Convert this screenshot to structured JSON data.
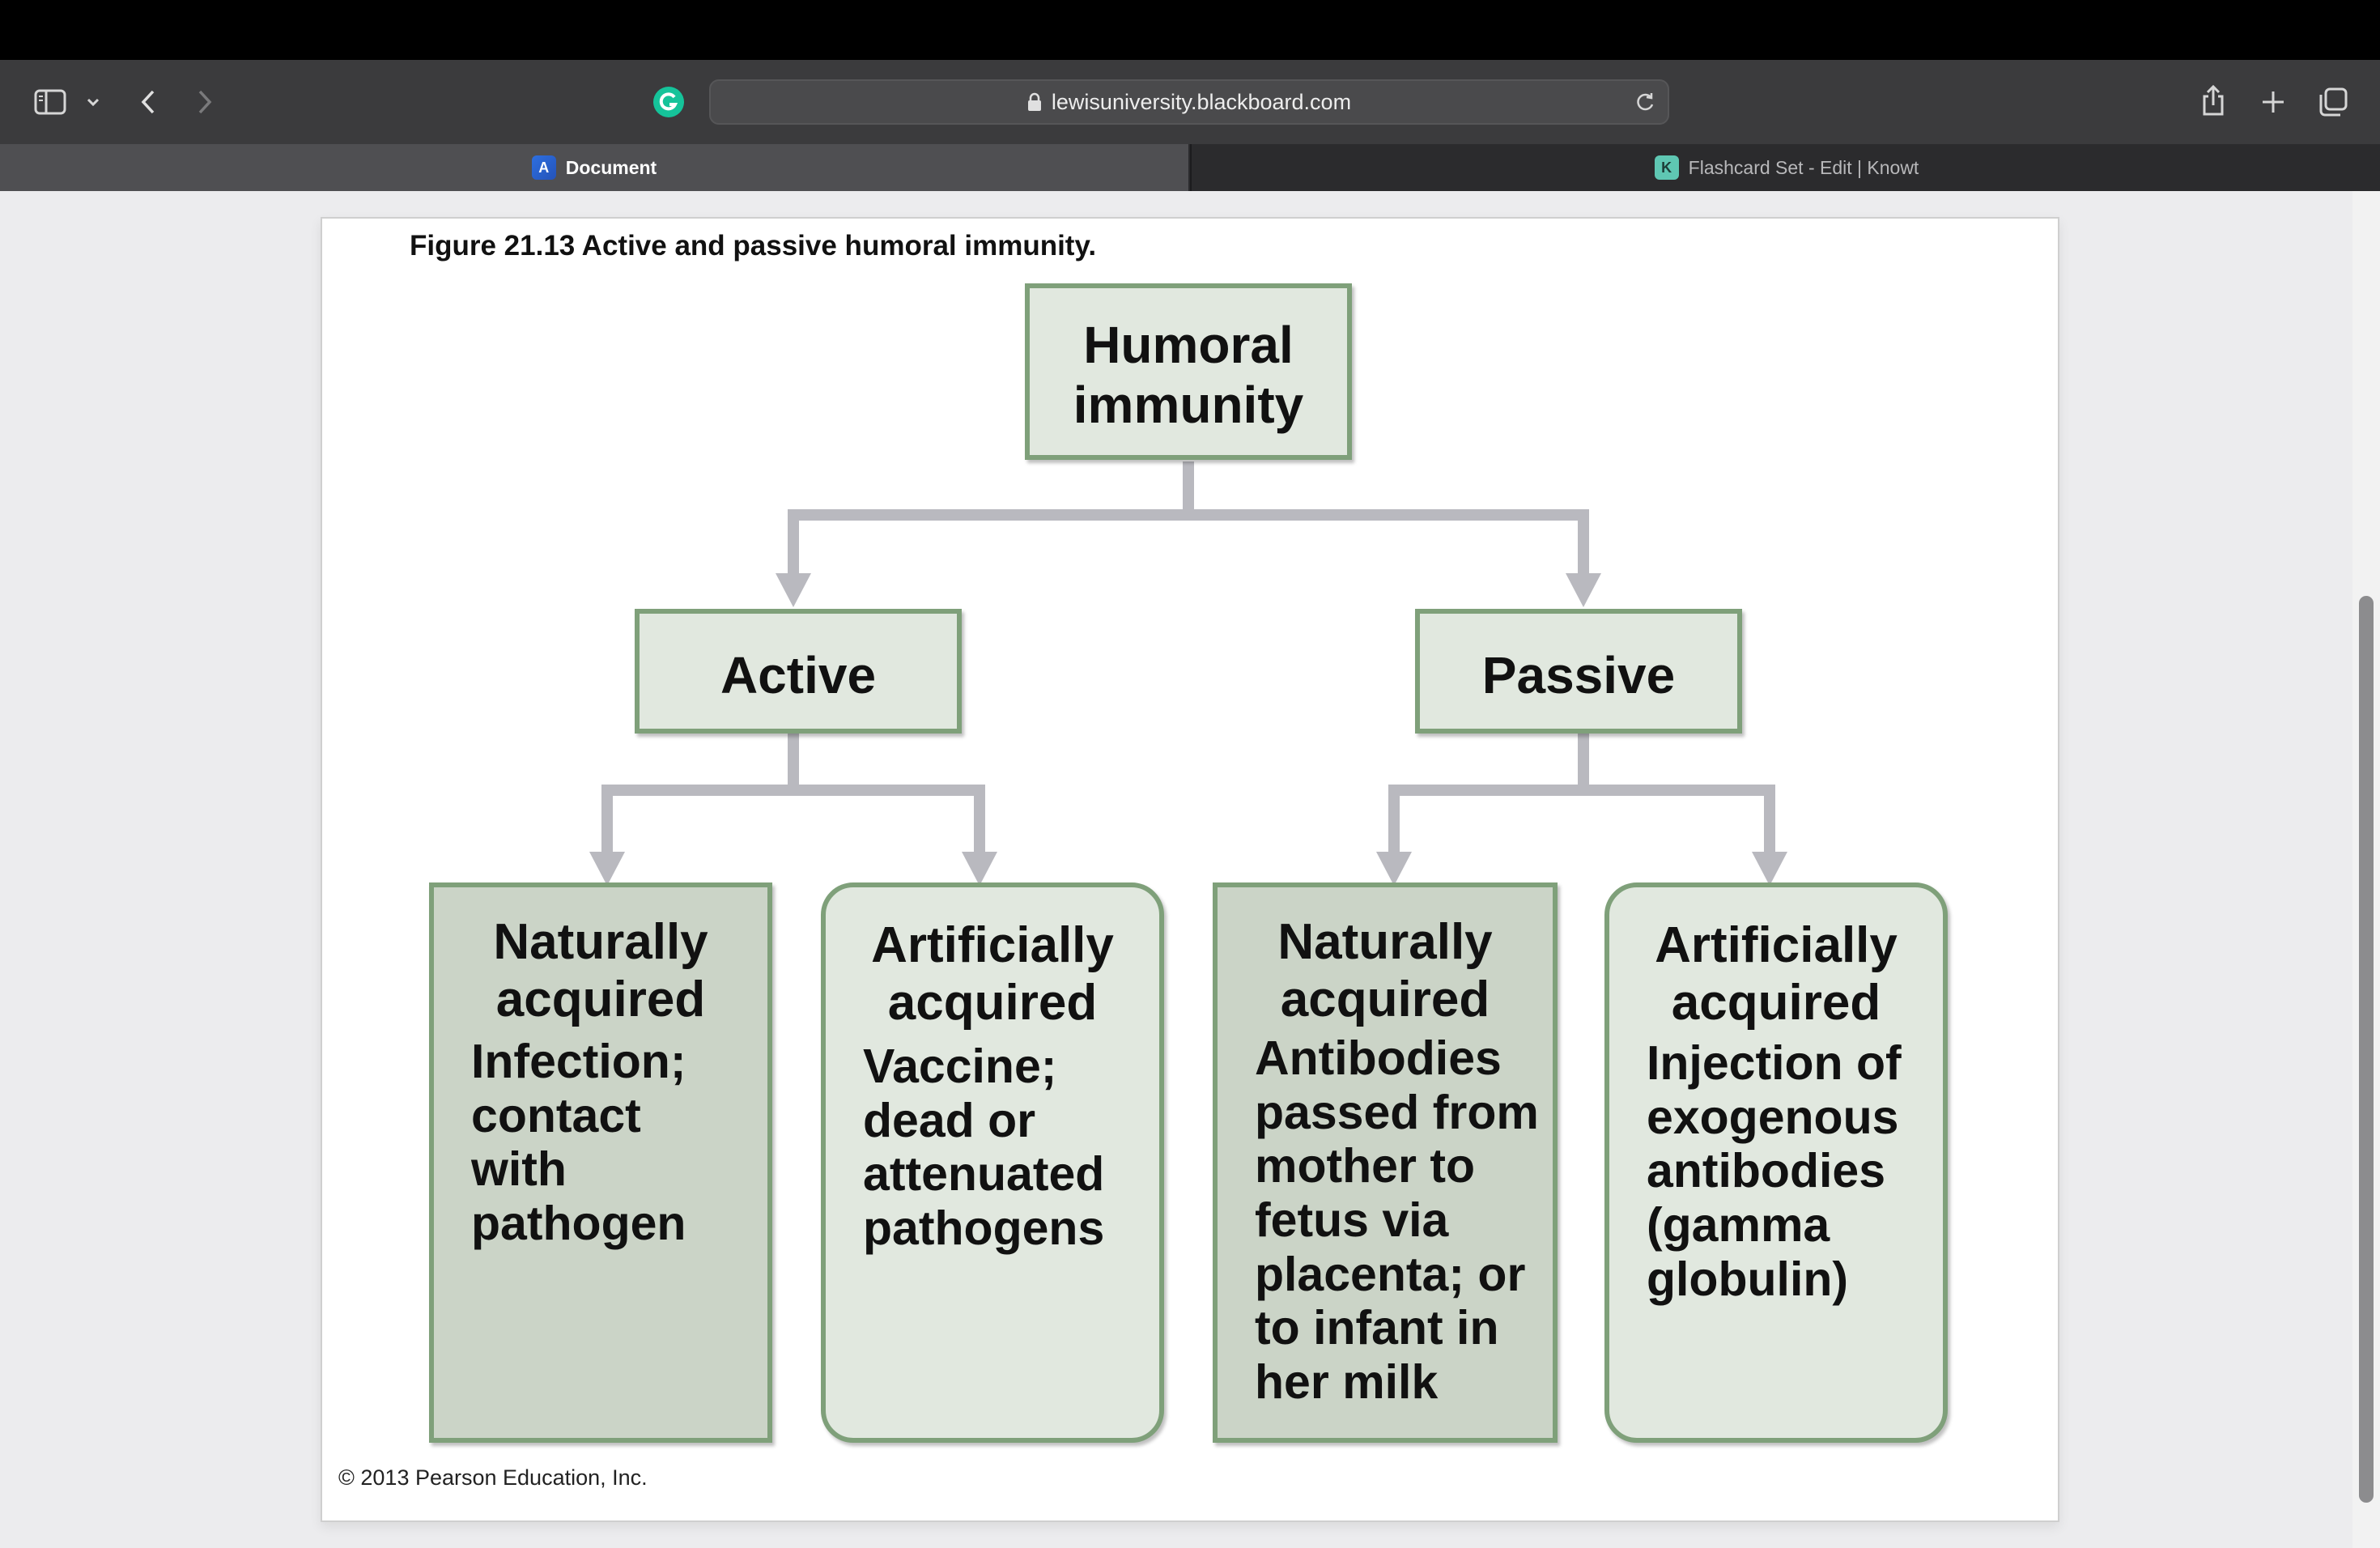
{
  "browser": {
    "url": "lewisuniversity.blackboard.com",
    "tabs": [
      {
        "label": "Document",
        "favicon": "A",
        "active": true
      },
      {
        "label": "Flashcard Set - Edit | Knowt",
        "favicon": "K",
        "active": false
      }
    ]
  },
  "figure": {
    "title": "Figure 21.13  Active and passive humoral immunity.",
    "copyright": "© 2013 Pearson Education, Inc.",
    "root": {
      "title": "Humoral\nimmunity"
    },
    "branches": [
      {
        "title": "Active",
        "children": [
          {
            "title": "Naturally\nacquired",
            "body": "Infection;\ncontact\nwith\npathogen"
          },
          {
            "title": "Artificially\nacquired",
            "body": "Vaccine;\ndead or\nattenuated\npathogens"
          }
        ]
      },
      {
        "title": "Passive",
        "children": [
          {
            "title": "Naturally\nacquired",
            "body": "Antibodies\npassed from\nmother to\nfetus via\nplacenta; or\nto infant in\nher milk"
          },
          {
            "title": "Artificially\nacquired",
            "body": "Injection of\nexogenous\nantibodies\n(gamma\nglobulin)"
          }
        ]
      }
    ]
  },
  "colors": {
    "box_border": "#7fa07a",
    "box_light": "#e1e8df",
    "box_dark": "#cbd4c7",
    "connector": "#b9b9bf"
  }
}
